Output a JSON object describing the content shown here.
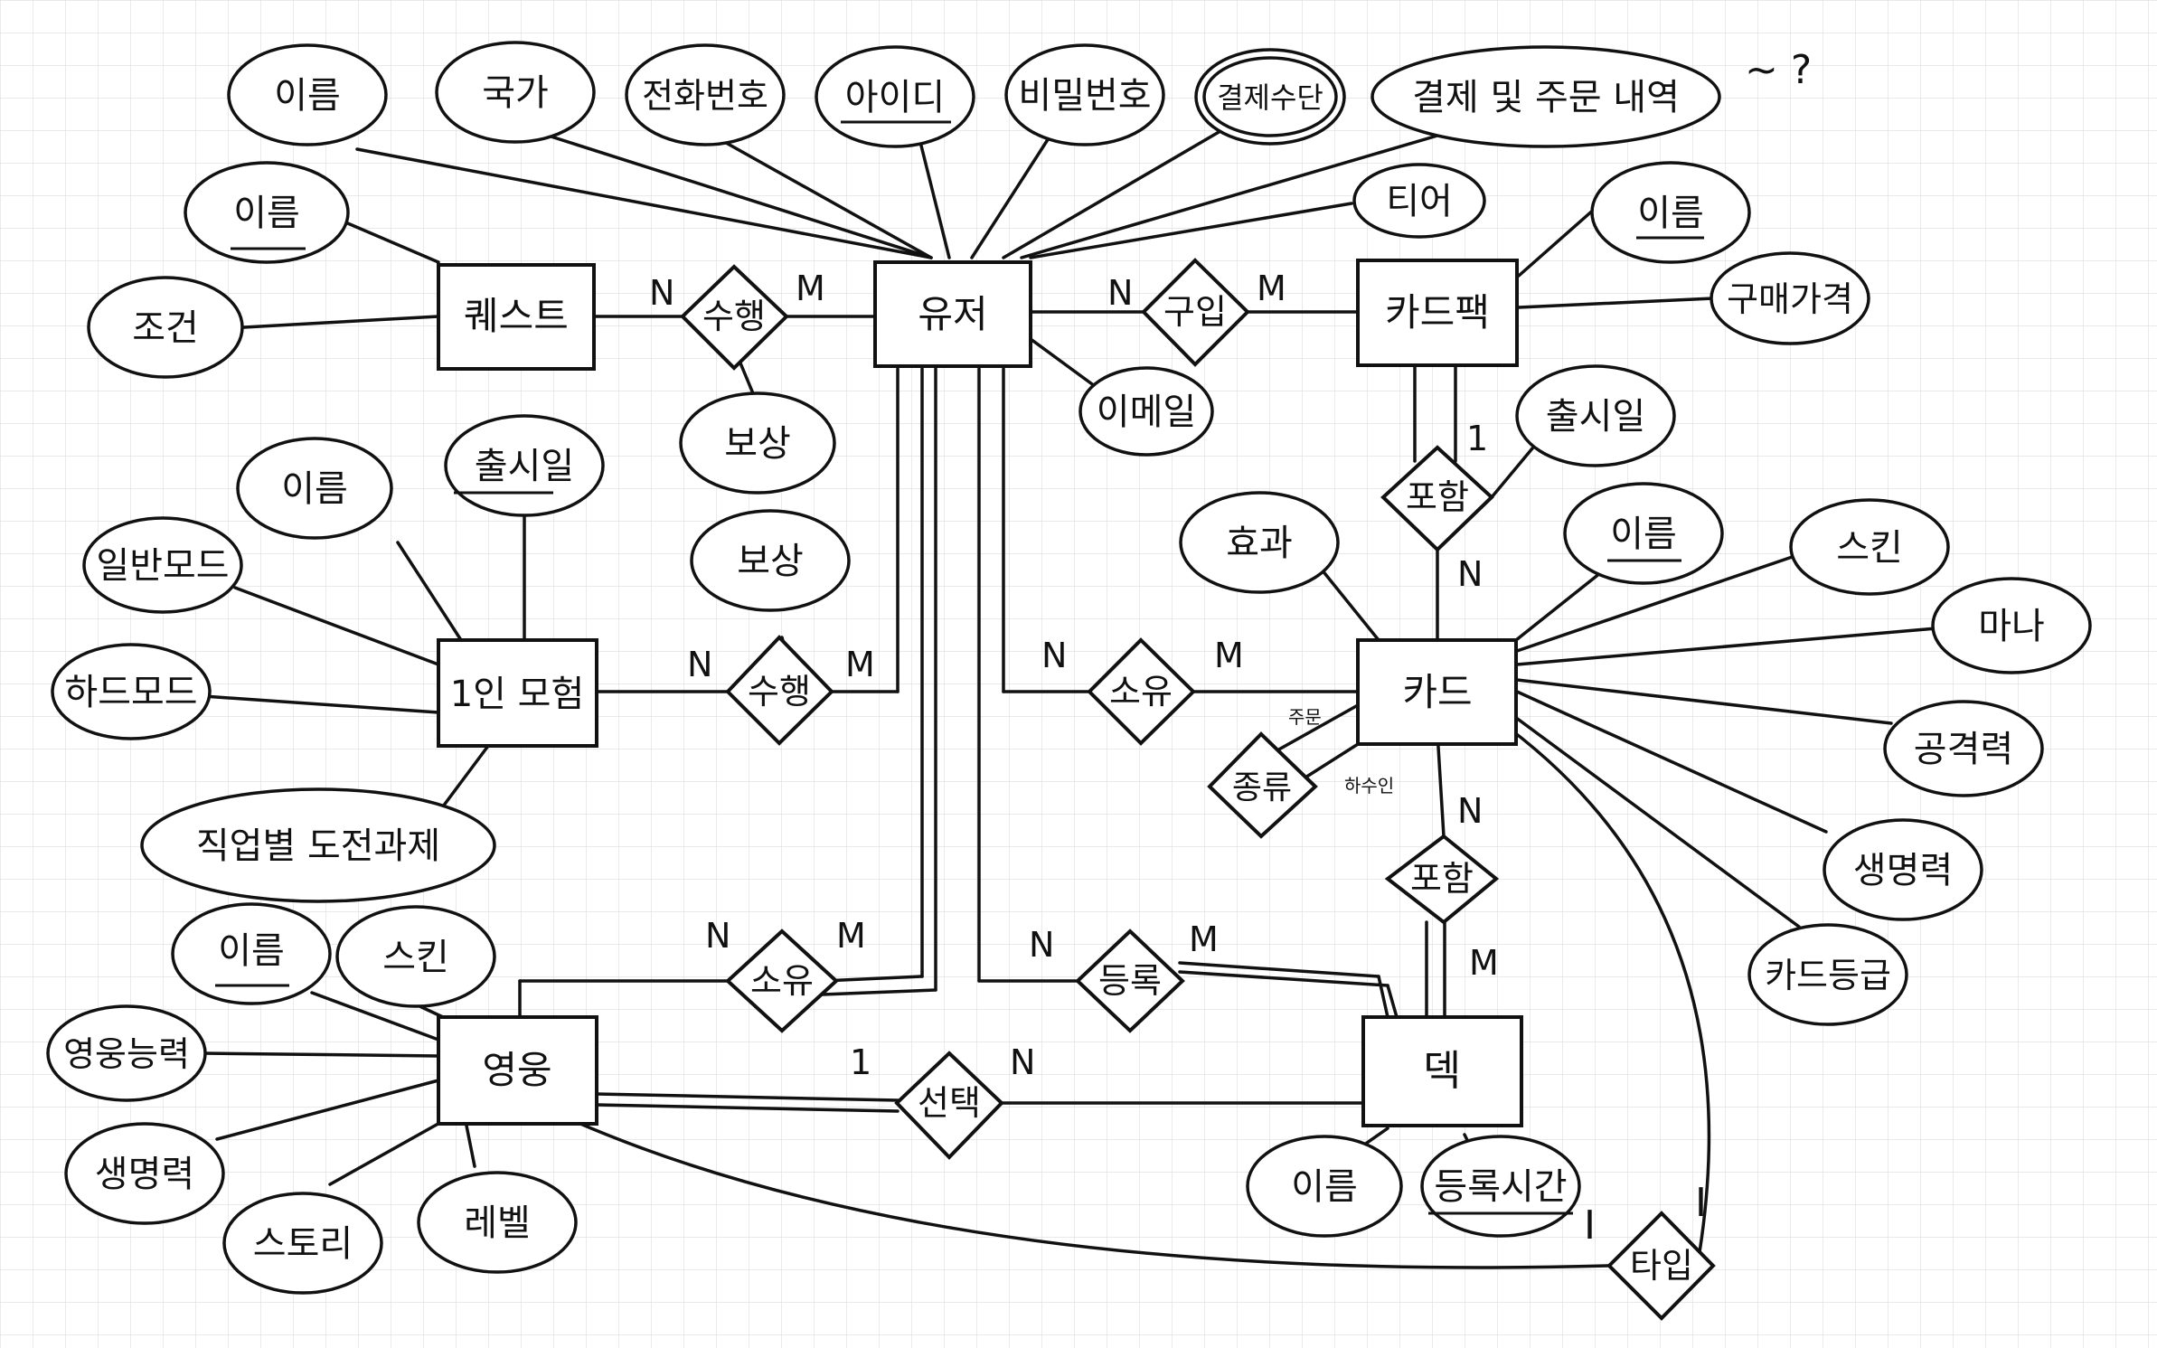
{
  "entities": {
    "user": "유저",
    "quest": "퀘스트",
    "cardpack": "카드팩",
    "solo": "1인 모험",
    "card": "카드",
    "hero": "영웅",
    "deck": "덱"
  },
  "relationships": {
    "quest_perform": "수행",
    "solo_perform": "수행",
    "buy": "구입",
    "include_pack": "포함",
    "own_card": "소유",
    "kind": "종류",
    "include_deck": "포함",
    "own_hero": "소유",
    "register": "등록",
    "select": "선택",
    "type": "타입"
  },
  "attributes": {
    "user_name": "이름",
    "user_country": "국가",
    "user_phone": "전화번호",
    "user_id": "아이디",
    "user_password": "비밀번호",
    "user_payment": "결제수단",
    "user_history": "결제 및 주문 내역",
    "user_tier": "티어",
    "user_email": "이메일",
    "quest_name": "이름",
    "quest_condition": "조건",
    "quest_reward": "보상",
    "solo_name": "이름",
    "solo_release": "출시일",
    "solo_normal": "일반모드",
    "solo_hard": "하드모드",
    "solo_challenge": "직업별 도전과제",
    "solo_reward": "보상",
    "pack_name": "이름",
    "pack_price": "구매가격",
    "pack_release": "출시일",
    "card_effect": "효과",
    "card_name": "이름",
    "card_skin": "스킨",
    "card_mana": "마나",
    "card_attack": "공격력",
    "card_hp": "생명력",
    "card_grade": "카드등급",
    "hero_name": "이름",
    "hero_skin": "스킨",
    "hero_ability": "영웅능력",
    "hero_hp": "생명력",
    "hero_story": "스토리",
    "hero_level": "레벨",
    "deck_name": "이름",
    "deck_time": "등록시간"
  },
  "labels": {
    "quest_n": "N",
    "quest_m": "M",
    "buy_n": "N",
    "buy_m": "M",
    "pack_1": "1",
    "pack_n": "N",
    "solo_n": "N",
    "solo_m": "M",
    "owncard_n": "N",
    "owncard_m": "M",
    "incdeck_n": "N",
    "incdeck_m": "M",
    "ownhero_n": "N",
    "ownhero_m": "M",
    "register_n": "N",
    "register_m": "M",
    "select_1": "1",
    "select_n": "N",
    "kind_main": "주문",
    "kind_minion": "하수인",
    "type_1a": "I",
    "type_1b": "I",
    "annotation": "~ ?"
  }
}
